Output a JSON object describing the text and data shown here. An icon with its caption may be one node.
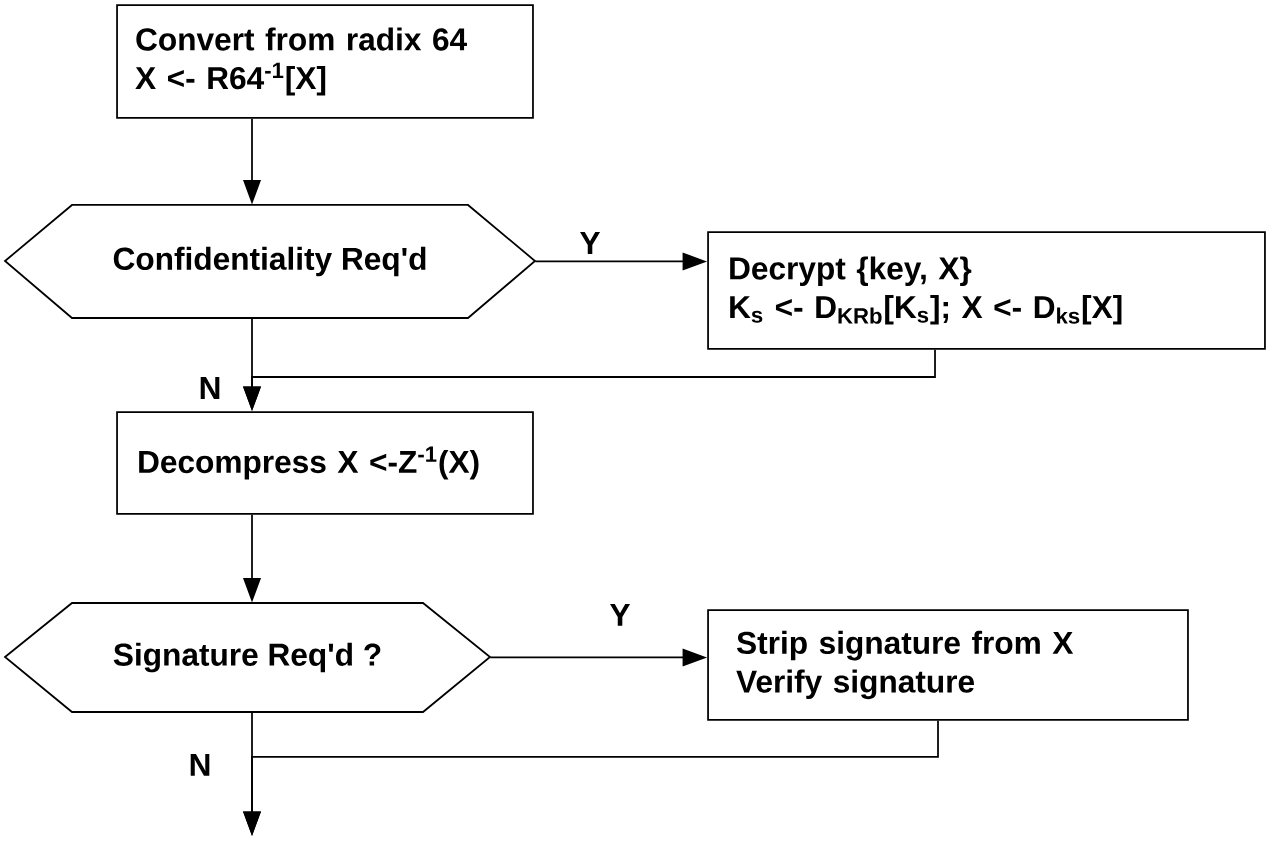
{
  "diagram": {
    "nodes": [
      {
        "text": [
          "Convert from radix 64",
          "X <- R64$^{-1}$[X]"
        ]
      },
      {
        "text": [
          "Confidentiality Req'd"
        ]
      },
      {
        "text": [
          "Decrypt {key, X}",
          "K$_{s}$ <- D$_{KRb}$[K$_{s}$]; X <-  D$_{ks}$[X]"
        ]
      },
      {
        "text": [
          "Decompress X <-Z$^{-1}$(X)"
        ]
      },
      {
        "text": [
          "Signature Req'd ?"
        ]
      },
      {
        "text": [
          "Strip signature from X",
          "Verify signature"
        ]
      }
    ],
    "edges": [
      {
        "from": 0,
        "to": 1,
        "arrow": "to"
      },
      {
        "from": 1,
        "to": 2,
        "arrow": "to",
        "label": "Y"
      },
      {
        "from": 1,
        "to": 3,
        "arrow": "to",
        "label": "N"
      },
      {
        "from": 2,
        "to": 3,
        "arrow": "to"
      },
      {
        "from": 3,
        "to": 4,
        "arrow": "to"
      },
      {
        "from": 4,
        "to": 5,
        "arrow": "to",
        "label": "Y"
      },
      {
        "from": 4,
        "to": null,
        "arrow": "to",
        "label": "N"
      },
      {
        "from": 5,
        "to": null,
        "arrow": "to"
      }
    ]
  }
}
